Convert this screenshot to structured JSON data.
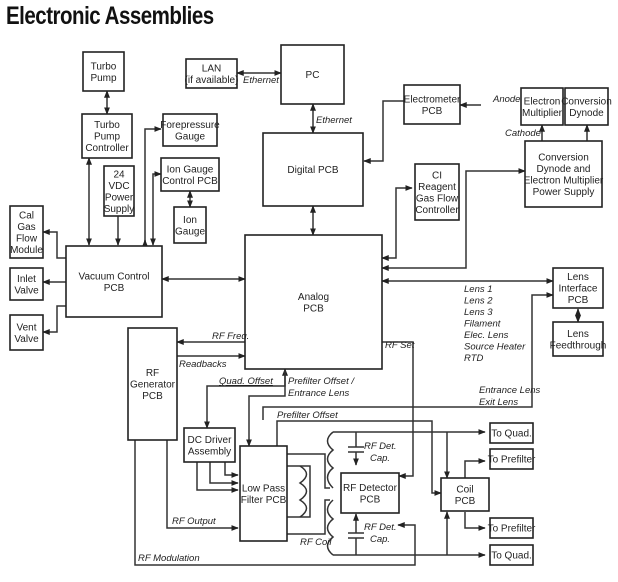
{
  "title": "Electronic Assemblies",
  "blocks": {
    "turbo_pump": [
      "Turbo",
      "Pump"
    ],
    "turbo_pump_controller": [
      "Turbo",
      "Pump",
      "Controller"
    ],
    "lan": [
      "LAN",
      "(if available)"
    ],
    "pc": [
      "PC"
    ],
    "forepressure_gauge": [
      "Forepressure",
      "Gauge"
    ],
    "vdc_power_supply": [
      "24",
      "VDC",
      "Power",
      "Supply"
    ],
    "ion_gauge_control_pcb": [
      "Ion Gauge",
      "Control PCB"
    ],
    "ion_gauge": [
      "Ion",
      "Gauge"
    ],
    "digital_pcb": [
      "Digital PCB"
    ],
    "electrometer_pcb": [
      "Electrometer",
      "PCB"
    ],
    "electron_multiplier": [
      "Electron",
      "Multiplier"
    ],
    "conversion_dynode": [
      "Conversion",
      "Dynode"
    ],
    "dynode_power_supply": [
      "Conversion",
      "Dynode and",
      "Electron Multiplier",
      "Power Supply"
    ],
    "ci_reagent": [
      "CI",
      "Reagent",
      "Gas Flow",
      "Controller"
    ],
    "cal_gas": [
      "Cal",
      "Gas",
      "Flow",
      "Module"
    ],
    "inlet_valve": [
      "Inlet",
      "Valve"
    ],
    "vent_valve": [
      "Vent",
      "Valve"
    ],
    "vacuum_control_pcb": [
      "Vacuum Control",
      "PCB"
    ],
    "analog_pcb": [
      "Analog",
      "PCB"
    ],
    "lens_interface_pcb": [
      "Lens",
      "Interface",
      "PCB"
    ],
    "lens_feedthrough": [
      "Lens",
      "Feedthrough"
    ],
    "rf_generator_pcb": [
      "RF",
      "Generator",
      "PCB"
    ],
    "dc_driver_assembly": [
      "DC Driver",
      "Assembly"
    ],
    "low_pass_filter_pcb": [
      "Low Pass",
      "Filter PCB"
    ],
    "rf_detector_pcb": [
      "RF Detector",
      "PCB"
    ],
    "coil_pcb": [
      "Coil",
      "PCB"
    ],
    "to_quad_top": [
      "To Quad."
    ],
    "to_prefilter_top": [
      "To Prefilter"
    ],
    "to_prefilter_bottom": [
      "To Prefilter"
    ],
    "to_quad_bottom": [
      "To Quad."
    ]
  },
  "signals": {
    "ethernet_lan": "Ethernet",
    "ethernet_pc": "Ethernet",
    "anode": "Anode",
    "cathode": "Cathode",
    "rf_freq": "RF Freq.",
    "readbacks": "Readbacks",
    "quad_offset": "Quad. Offset",
    "prefilter_offset_entrance": [
      "Prefilter Offset /",
      "Entrance Lens"
    ],
    "prefilter_offset": "Prefilter Offset",
    "rf_set": "RF Set",
    "lens_list": [
      "Lens 1",
      "Lens 2",
      "Lens 3",
      "Filament",
      "Elec. Lens",
      "Source Heater",
      "RTD"
    ],
    "entrance_exit": [
      "Entrance Lens",
      "Exit Lens"
    ],
    "rf_det_cap_top": [
      "RF Det.",
      "Cap."
    ],
    "rf_det_cap_bottom": [
      "RF Det.",
      "Cap."
    ],
    "rf_output": "RF Output",
    "rf_coil": "RF Coil",
    "rf_modulation": "RF Modulation"
  }
}
